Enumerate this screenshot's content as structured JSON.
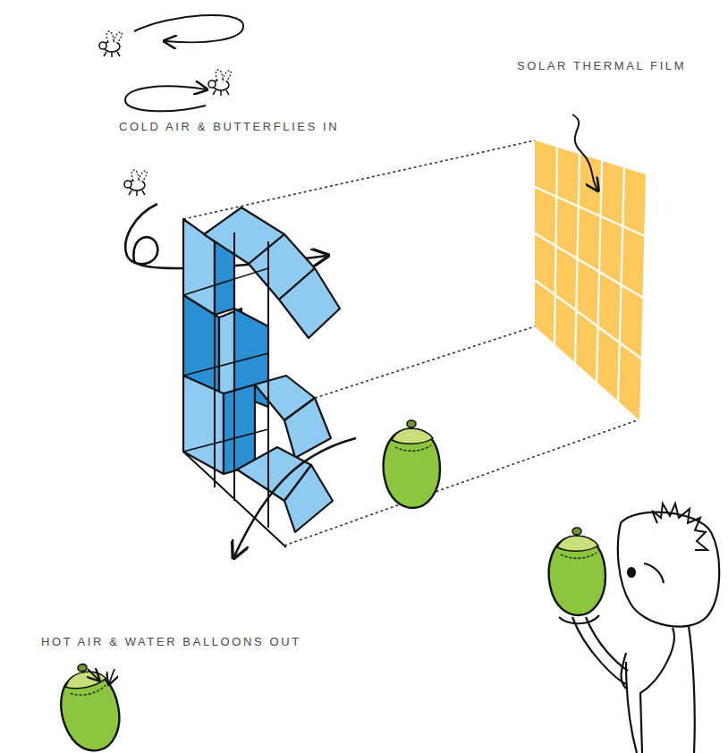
{
  "diagram": {
    "labels": [
      "COLD AIR & BUTTERFLIES IN",
      "SOLAR THERMAL FILM",
      "HOT AIR & WATER BALLOONS OUT"
    ]
  }
}
